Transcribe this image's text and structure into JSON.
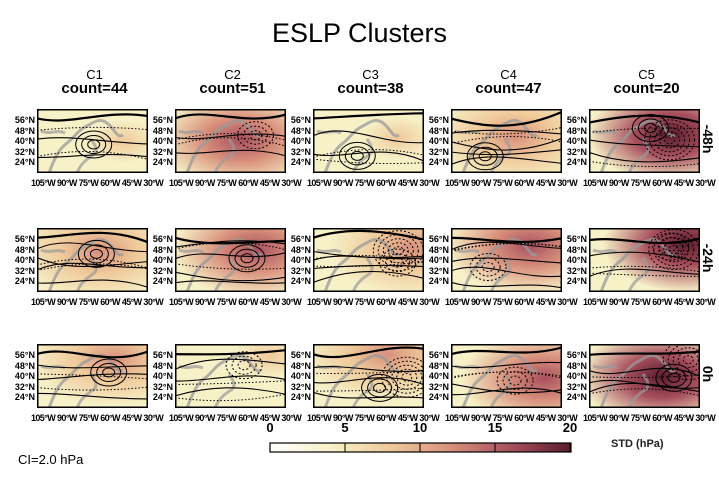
{
  "title": "ESLP Clusters",
  "columns": [
    {
      "id": "C1",
      "count_label": "count=44"
    },
    {
      "id": "C2",
      "count_label": "count=51"
    },
    {
      "id": "C3",
      "count_label": "count=38"
    },
    {
      "id": "C4",
      "count_label": "count=47"
    },
    {
      "id": "C5",
      "count_label": "count=20"
    }
  ],
  "rows": [
    {
      "lead_label": "-48h"
    },
    {
      "lead_label": "-24h"
    },
    {
      "lead_label": "0h"
    }
  ],
  "lat_labels": [
    "56°N",
    "48°N",
    "40°N",
    "32°N",
    "24°N"
  ],
  "lon_label_text": "105°W 90°W 75°W 60°W 45°W 30°W",
  "colorbar": {
    "ticks": [
      "0",
      "5",
      "10",
      "15",
      "20"
    ],
    "unit_label": "STD (hPa)",
    "colors": [
      "#ffffff",
      "#f7f1c8",
      "#efc99a",
      "#d8907c",
      "#a8505e",
      "#5a1c2c"
    ]
  },
  "contour_interval": "CI=2.0 hPa"
}
